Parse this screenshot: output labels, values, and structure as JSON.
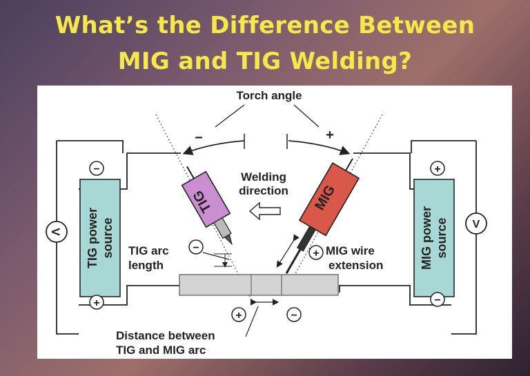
{
  "title": {
    "line1": "What’s the Difference Between",
    "line2": "MIG and TIG Welding?"
  },
  "diagram": {
    "torch_angle": "Torch angle",
    "minus": "−",
    "plus": "+",
    "welding_direction_1": "Welding",
    "welding_direction_2": "direction",
    "tig_torch": "TIG",
    "mig_torch": "MIG",
    "tig_power_1": "TIG power",
    "tig_power_2": "source",
    "mig_power_1": "MIG power",
    "mig_power_2": "source",
    "tig_arc_1": "TIG arc",
    "tig_arc_2": "length",
    "mig_wire_1": "MIG wire",
    "mig_wire_2": "extension",
    "distance_1": "Distance between",
    "distance_2": "TIG and MIG arc",
    "voltmeter": "V"
  },
  "colors": {
    "title": "#f4e84a",
    "tig_torch": "#c98fd0",
    "mig_torch": "#d9584a",
    "power_source": "#a8d8d6",
    "workpiece": "#d4d4d4"
  }
}
